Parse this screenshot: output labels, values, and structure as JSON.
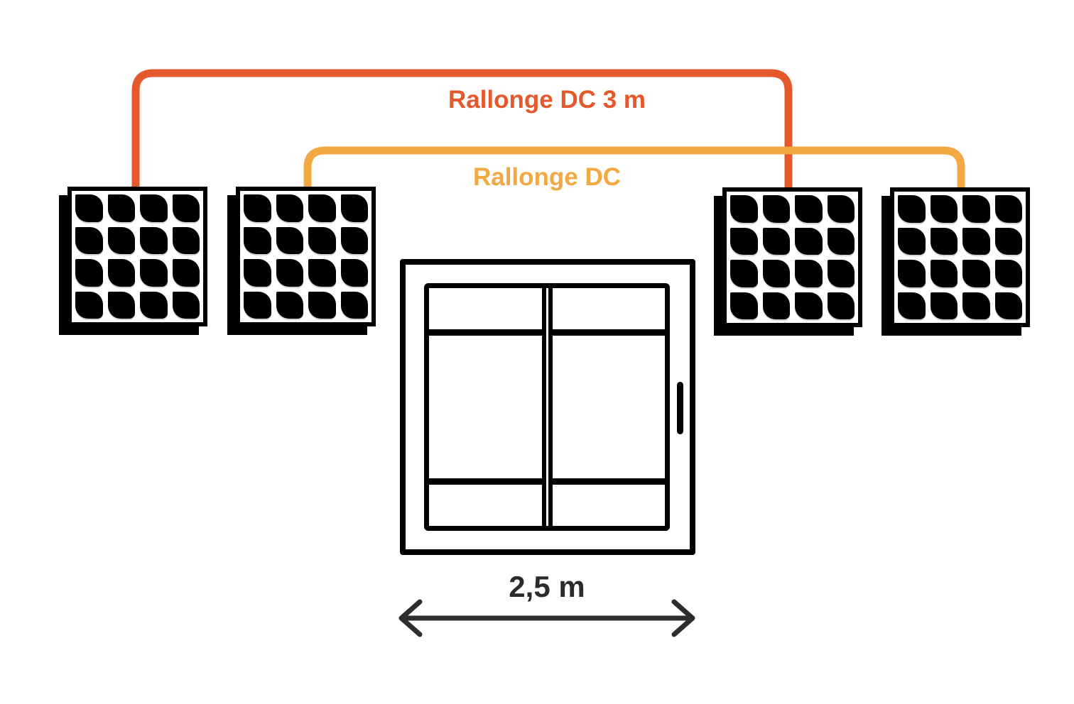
{
  "diagram": {
    "cables": [
      {
        "name": "dc-extension-cable-orange",
        "label": "Rallonge DC 3 m",
        "color": "#E4582C"
      },
      {
        "name": "dc-extension-cable-yellow",
        "label": "Rallonge DC",
        "color": "#F2A843"
      }
    ],
    "dimension": {
      "label": "2,5 m",
      "color": "#2D2D2D"
    },
    "panels": [
      {
        "name": "solar-panel-1"
      },
      {
        "name": "solar-panel-2"
      },
      {
        "name": "solar-panel-3"
      },
      {
        "name": "solar-panel-4"
      }
    ],
    "window": {
      "name": "sliding-window"
    },
    "panel_color": "#000000",
    "background_color": "#FFFFFF"
  }
}
